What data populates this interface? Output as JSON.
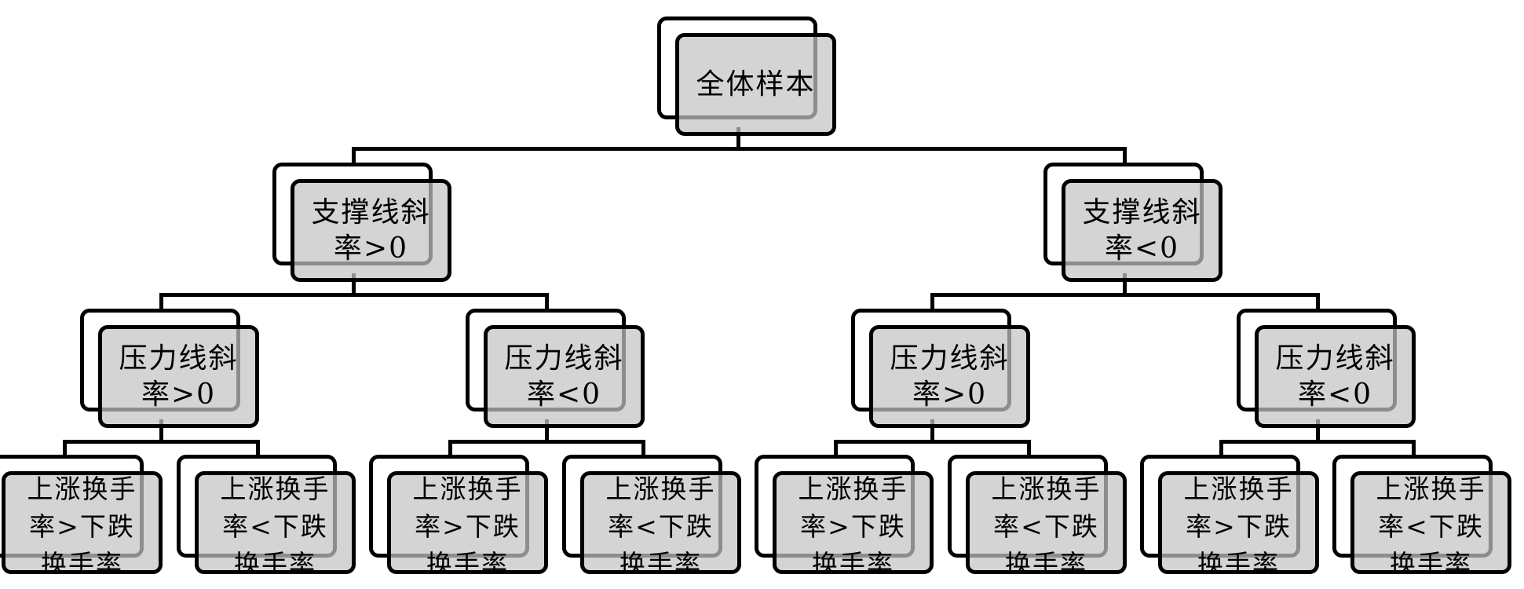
{
  "diagram": {
    "type": "tree",
    "root": {
      "label": "全体样本",
      "children": [
        {
          "label": "支撑线斜\n率>0",
          "children": [
            {
              "label": "压力线斜\n率>0",
              "children": [
                {
                  "label": "上涨换手\n率>下跌\n换手率"
                },
                {
                  "label": "上涨换手\n率<下跌\n换手率"
                }
              ]
            },
            {
              "label": "压力线斜\n率<0",
              "children": [
                {
                  "label": "上涨换手\n率>下跌\n换手率"
                },
                {
                  "label": "上涨换手\n率<下跌\n换手率"
                }
              ]
            }
          ]
        },
        {
          "label": "支撑线斜\n率<0",
          "children": [
            {
              "label": "压力线斜\n率>0",
              "children": [
                {
                  "label": "上涨换手\n率>下跌\n换手率"
                },
                {
                  "label": "上涨换手\n率<下跌\n换手率"
                }
              ]
            },
            {
              "label": "压力线斜\n率<0",
              "children": [
                {
                  "label": "上涨换手\n率>下跌\n换手率"
                },
                {
                  "label": "上涨换手\n率<下跌\n换手率"
                }
              ]
            }
          ]
        }
      ]
    }
  },
  "colors": {
    "node_fill": "#d3d3d3",
    "node_border": "#000000",
    "connector": "#000000",
    "background": "#ffffff"
  }
}
